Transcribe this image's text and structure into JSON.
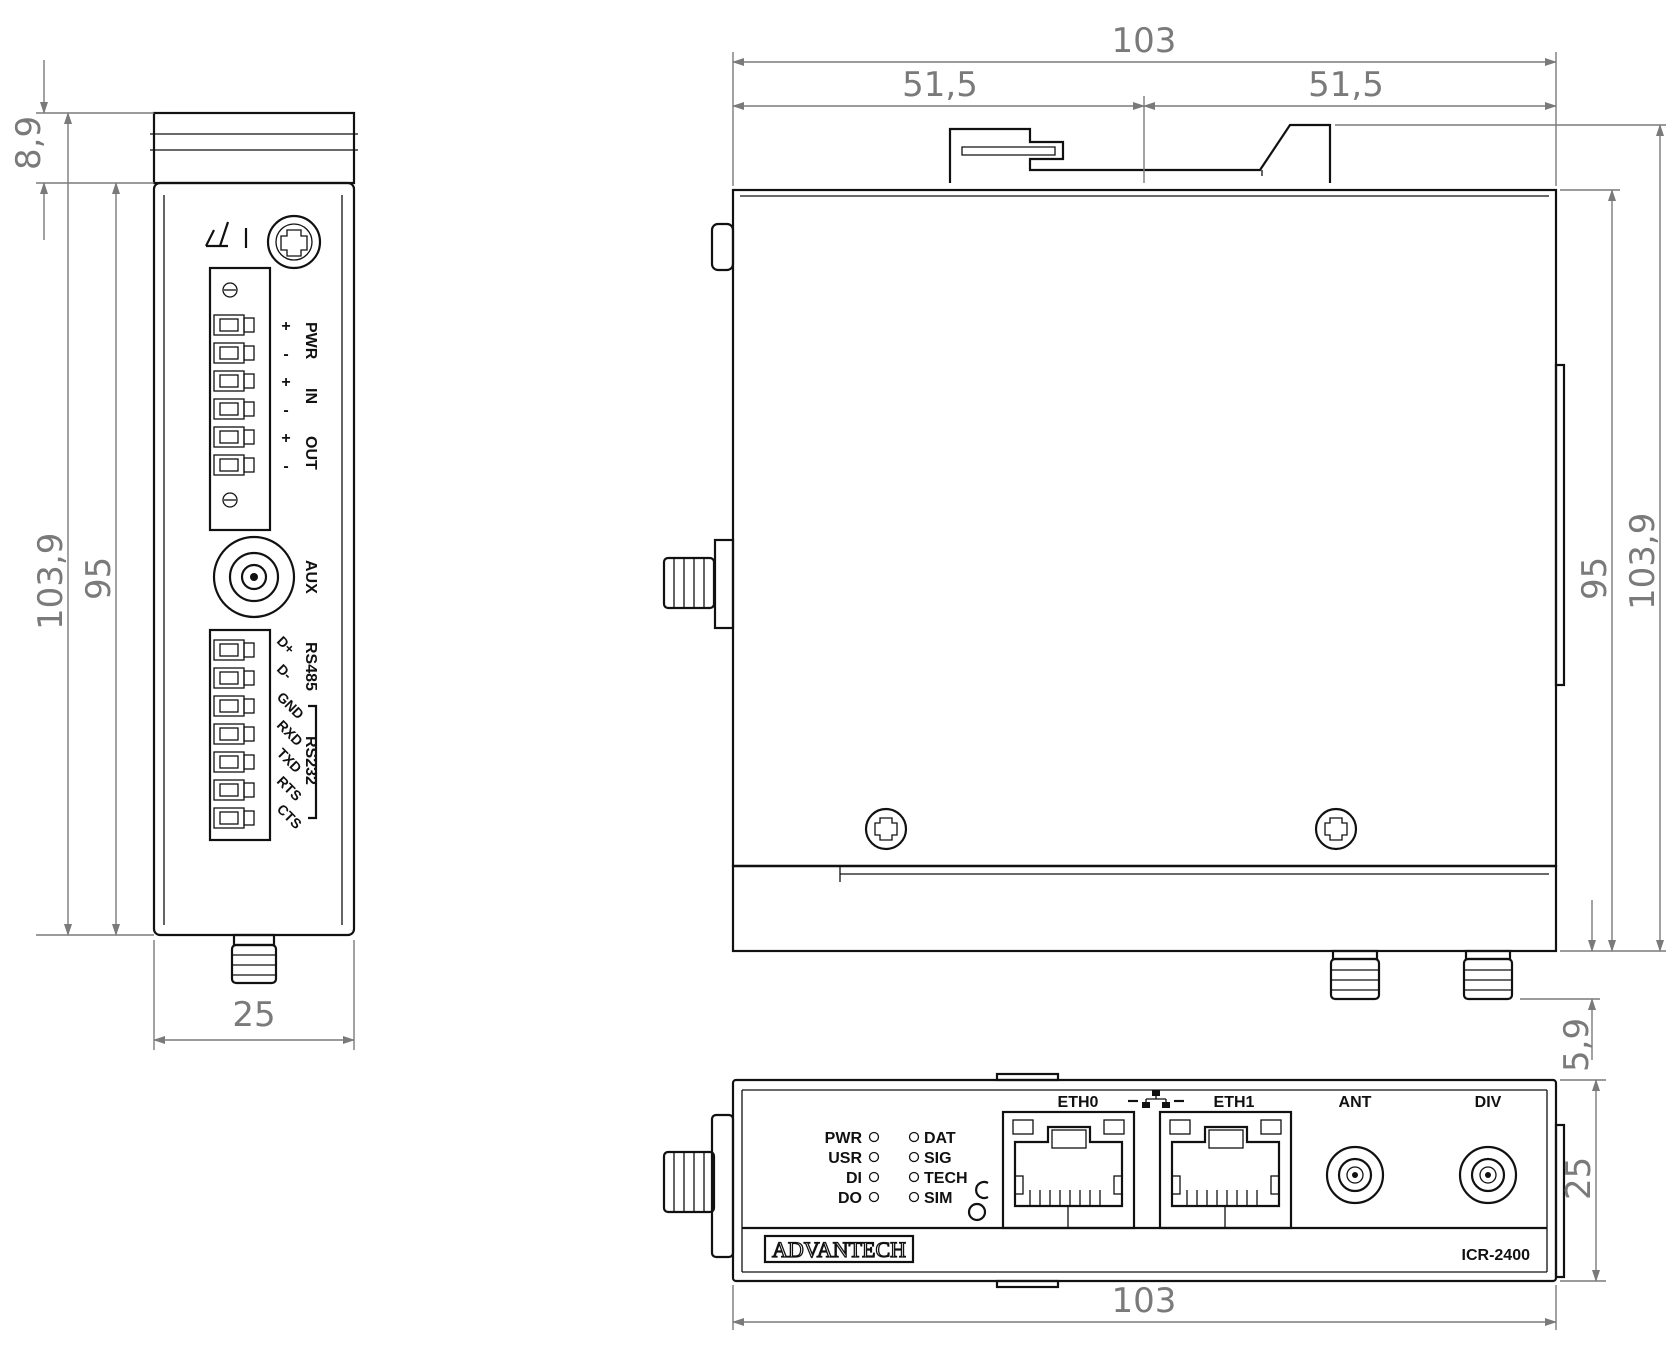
{
  "dimensions": {
    "side_height_total": "103,9",
    "side_height_body": "95",
    "side_top_clip": "8,9",
    "side_width": "25",
    "top_width": "103",
    "top_half_left": "51,5",
    "top_half_right": "51,5",
    "right_height_body": "95",
    "right_height_total": "103,9",
    "connector_depth": "5,9",
    "front_width": "103",
    "front_height": "25"
  },
  "side_panel": {
    "pwr_label": "PWR",
    "in_label": "IN",
    "out_label": "OUT",
    "plus": "+",
    "minus": "-",
    "aux_label": "AUX",
    "rs485_label": "RS485",
    "rs232_label": "RS232",
    "pins": [
      "D+",
      "D-",
      "GND",
      "RXD",
      "TXD",
      "RTS",
      "CTS"
    ]
  },
  "front_panel": {
    "leds_left": [
      "PWR",
      "USR",
      "DI",
      "DO"
    ],
    "leds_right": [
      "DAT",
      "SIG",
      "TECH",
      "SIM"
    ],
    "eth0": "ETH0",
    "eth1": "ETH1",
    "ant": "ANT",
    "div": "DIV",
    "brand": "ADVANTECH",
    "model": "ICR-2400"
  },
  "colors": {
    "line": "#111111",
    "dimension": "#7a7a7a"
  }
}
